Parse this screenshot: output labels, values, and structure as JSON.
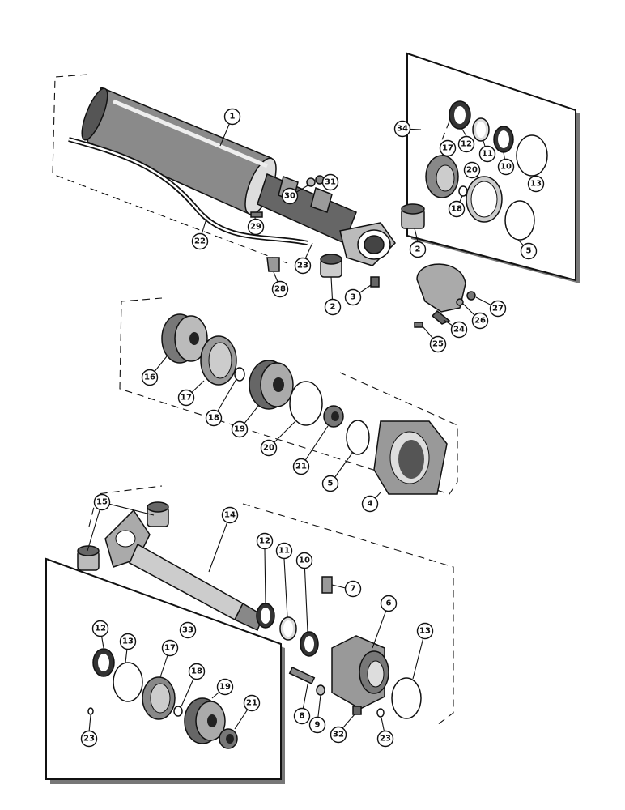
{
  "labels": {
    "c1": "1",
    "c2a": "2",
    "c2b": "2",
    "c3": "3",
    "c5a": "5",
    "c5b": "5",
    "c4": "4",
    "c6": "6",
    "c7": "7",
    "c8": "8",
    "c9": "9",
    "c10a": "10",
    "c10b": "10",
    "c11a": "11",
    "c11b": "11",
    "c12a": "12",
    "c12b": "12",
    "c12c": "12",
    "c13a": "13",
    "c13b": "13",
    "c13c": "13",
    "c14": "14",
    "c15": "15",
    "c16": "16",
    "c17a": "17",
    "c17b": "17",
    "c17c": "17",
    "c18a": "18",
    "c18b": "18",
    "c18c": "18",
    "c19a": "19",
    "c19b": "19",
    "c20a": "20",
    "c20b": "20",
    "c21a": "21",
    "c21b": "21",
    "c22": "22",
    "c23a": "23",
    "c23b": "23",
    "c23c": "23",
    "c24": "24",
    "c25": "25",
    "c26": "26",
    "c27": "27",
    "c28": "28",
    "c29": "29",
    "c30": "30",
    "c31": "31",
    "c32": "32",
    "c33": "33",
    "c34": "34"
  }
}
